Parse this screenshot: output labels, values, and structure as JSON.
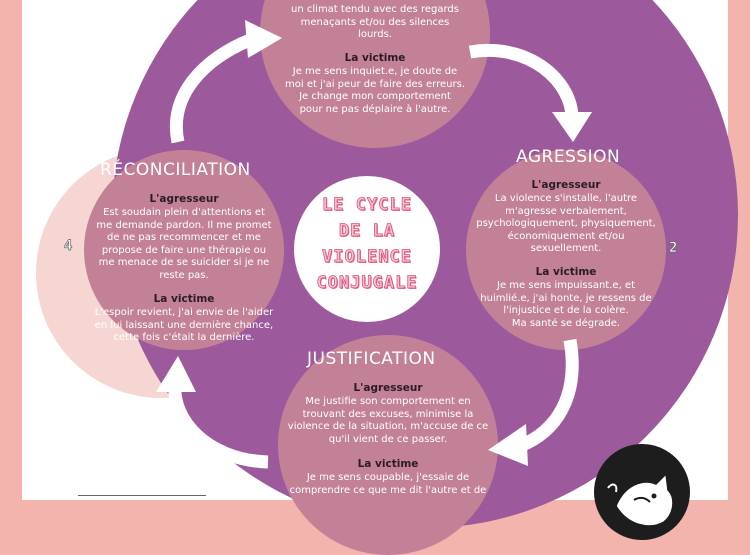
{
  "center_title": [
    "LE CYCLE",
    "DE LA",
    "VIOLENCE",
    "CONJUGALE"
  ],
  "stages": {
    "top": {
      "aggressor_text": [
        "un climat tendu avec des regards",
        "menaçants et/ou des silences",
        "lourds."
      ],
      "victim_label": "La victime",
      "victim_text": [
        "Je me sens inquiet.e, je doute de",
        "moi et j'ai peur de faire des erreurs.",
        "Je change mon comportement",
        "pour ne pas déplaire à l'autre."
      ]
    },
    "right": {
      "title": "AGRESSION",
      "number": "2",
      "aggressor_label": "L'agresseur",
      "aggressor_text": [
        "La violence s'installe, l'autre",
        "m'agresse verbalement,",
        "psychologiquement, physiquement,",
        "économiquement et/ou",
        "sexuellement."
      ],
      "victim_label": "La victime",
      "victim_text": [
        "Je me sens impuissant.e, et",
        "huimlié.e, j'ai honte, je ressens de",
        "l'injustice et de la colère.",
        "Ma santé se dégrade."
      ]
    },
    "bottom": {
      "title": "JUSTIFICATION",
      "aggressor_label": "L'agresseur",
      "aggressor_text": [
        "Me justifie son comportement en",
        "trouvant des excuses, minimise la",
        "violence de la situation, m'accuse de ce",
        "qu'il vient de ce passer."
      ],
      "victim_label": "La victime",
      "victim_text": [
        "Je me sens coupable, j'essaie de",
        "comprendre ce que me dit l'autre et de"
      ]
    },
    "left": {
      "title": "RÉCONCILIATION",
      "number": "4",
      "aggressor_label": "L'agresseur",
      "aggressor_text": [
        "Est soudain plein d'attentions et",
        "me demande pardon. Il me promet",
        "de ne pas recommencer et me",
        "propose de faire une thérapie ou",
        "me menace de se suicider si je ne",
        "reste pas."
      ],
      "victim_label": "La victime",
      "victim_text": [
        "L'espoir revient, j'ai envie de l'aider",
        "en lui laissant une dernière chance,",
        "cette fois c'était la dernière."
      ]
    }
  },
  "colors": {
    "background": "#f3b4ad",
    "disk": "#9c5a9c",
    "node": "#c38198",
    "side": "#f6d6d3",
    "title_pink": "#d8557a"
  },
  "logo_icon": "cat-logo-icon"
}
